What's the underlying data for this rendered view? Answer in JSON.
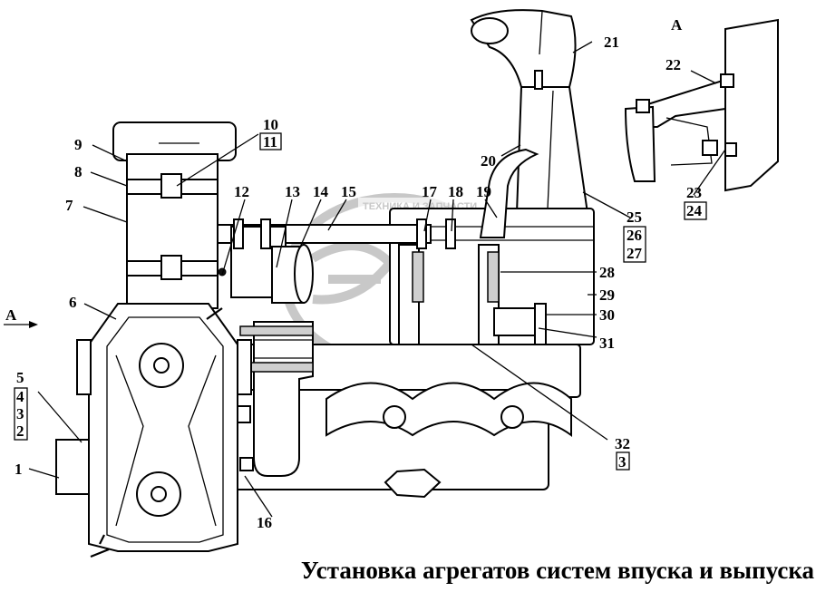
{
  "title": "Установка агрегатов систем впуска и выпуска",
  "view_label": "A",
  "arrow_label": "A",
  "watermark": {
    "logo_text": "ЭТО",
    "banner_text": "ТЕХНИКА И ЗАПЧАСТИ"
  },
  "labels": {
    "l1": "1",
    "l2": "2",
    "l3": "3",
    "l4": "4",
    "l5": "5",
    "l6": "6",
    "l7": "7",
    "l8": "8",
    "l9": "9",
    "l10": "10",
    "l11": "11",
    "l12": "12",
    "l13": "13",
    "l14": "14",
    "l15": "15",
    "l16": "16",
    "l17": "17",
    "l18": "18",
    "l19": "19",
    "l20": "20",
    "l21": "21",
    "l22": "22",
    "l23": "23",
    "l24": "24",
    "l25": "25",
    "l26": "26",
    "l27": "27",
    "l28": "28",
    "l29": "29",
    "l30": "30",
    "l31": "31",
    "l32": "32",
    "l33": "3"
  },
  "colors": {
    "ink": "#000000",
    "paper": "#ffffff",
    "watermark": "#c8c8c8"
  }
}
